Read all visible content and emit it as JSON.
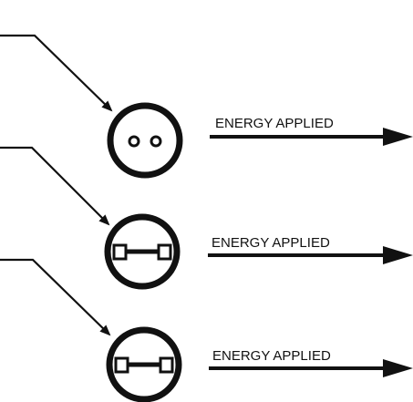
{
  "panels": [
    {
      "label": "ENERGY APPLIED",
      "symbol": "two-dots-circle-icon"
    },
    {
      "label": "ENERGY APPLIED",
      "symbol": "bar-circle-icon"
    },
    {
      "label": "ENERGY APPLIED",
      "symbol": "bar-circle-icon"
    }
  ],
  "colors": {
    "stroke": "#111111",
    "background": "#ffffff"
  }
}
